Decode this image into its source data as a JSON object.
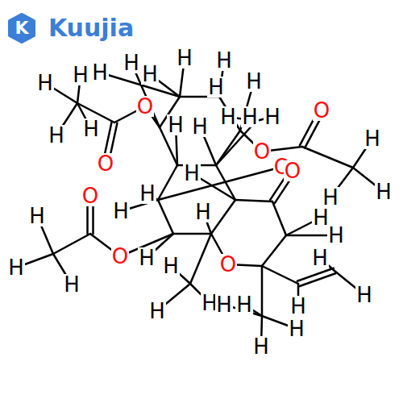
{
  "diagram": {
    "labels": [
      "K",
      "Kuujia",
      "H",
      "H",
      "H",
      "H",
      "H",
      "H",
      "H",
      "H",
      "H",
      "O",
      "O",
      "H",
      "H",
      "H",
      "H",
      "H",
      "H",
      "H",
      "H",
      "O",
      "O",
      "O",
      "O",
      "H",
      "H",
      "H",
      "O",
      "H",
      "H",
      "H",
      "H",
      "H",
      "H",
      "O",
      "H",
      "H",
      "O",
      "H",
      "H",
      "H",
      "H",
      "H",
      "H",
      "H",
      "H",
      "H",
      "H",
      "H"
    ]
  }
}
